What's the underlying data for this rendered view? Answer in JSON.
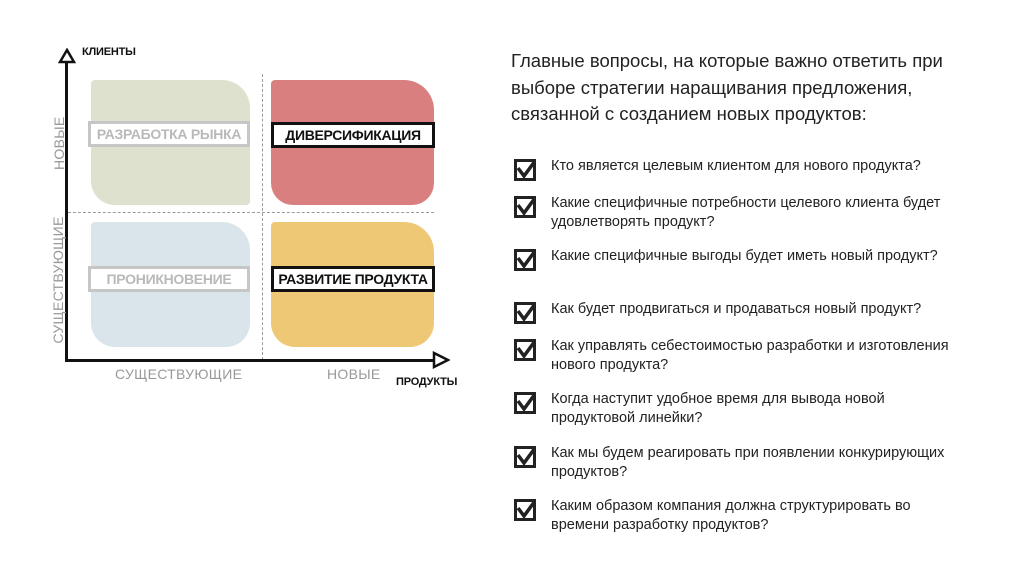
{
  "matrix": {
    "y_axis": {
      "title": "КЛИЕНТЫ",
      "ticks": [
        "НОВЫЕ",
        "СУЩЕСТВУЮЩИЕ"
      ]
    },
    "x_axis": {
      "title": "ПРОДУКТЫ",
      "ticks": [
        "СУЩЕСТВУЮЩИЕ",
        "НОВЫЕ"
      ]
    },
    "quadrants": [
      {
        "position": "top-left",
        "label": "РАЗРАБОТКА РЫНКА",
        "color": "#dde1cd",
        "highlighted": false
      },
      {
        "position": "top-right",
        "label": "ДИВЕРСИФИКАЦИЯ",
        "color": "#d97f7f",
        "highlighted": true
      },
      {
        "position": "bottom-left",
        "label": "ПРОНИКНОВЕНИЕ",
        "color": "#d9e5ea",
        "highlighted": false
      },
      {
        "position": "bottom-right",
        "label": "РАЗВИТИЕ ПРОДУКТА",
        "color": "#eec874",
        "highlighted": true
      }
    ]
  },
  "questions": {
    "heading": "Главные вопросы, на которые важно ответить при выборе стратегии наращивания предложения, связанной с созданием новых продуктов:",
    "icon": "checkbox-checked-icon",
    "items": [
      "Кто является целевым клиентом для нового продукта?",
      "Какие специфичные потребности целевого клиента будет удовлетворять продукт?",
      "Какие специфичные выгоды будет иметь новый продукт?",
      "Как будет продвигаться и продаваться новый продукт?",
      "Как управлять себестоимостью разработки и изготовления нового продукта?",
      "Когда наступит удобное время для вывода новой продуктовой линейки?",
      "Как мы будем реагировать при появлении конкурирующих продуктов?",
      "Каким образом компания должна структурировать во времени разработку продуктов?"
    ]
  }
}
